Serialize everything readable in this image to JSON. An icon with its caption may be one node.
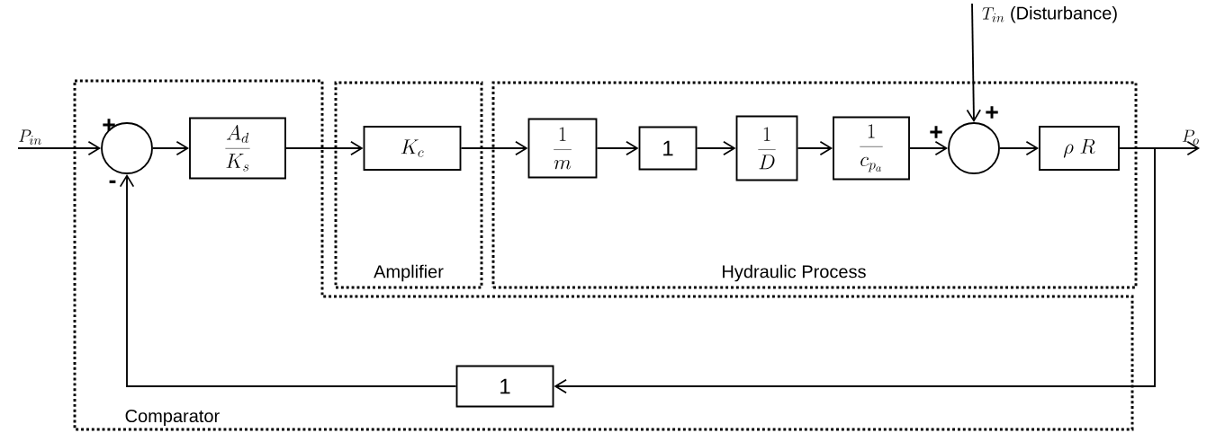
{
  "diagram": {
    "nodes": [
      {
        "text": [
          "Comparator"
        ]
      },
      {
        "text": [
          "Amplifier"
        ]
      },
      {
        "text": [
          "Hydraulic Process"
        ]
      },
      {
        "text": [],
        "shape": "circle",
        "in": 0
      },
      {
        "text": [
          "\\frac{A_d}{K_s}"
        ],
        "in": 0
      },
      {
        "text": [
          "K_c"
        ],
        "in": 1
      },
      {
        "text": [
          "\\frac{1}{m}"
        ],
        "in": 2
      },
      {
        "text": [
          "1"
        ],
        "in": 2
      },
      {
        "text": [
          "\\frac{1}{D}"
        ],
        "in": 2
      },
      {
        "text": [
          "\\frac{1}{c_{p_a}}"
        ],
        "in": 2
      },
      {
        "text": [],
        "shape": "circle",
        "in": 2
      },
      {
        "text": [
          "\\rho\\ R"
        ],
        "in": 2
      },
      {
        "text": [
          "1"
        ],
        "in": 0
      },
      {
        "text": [
          "P_{in}"
        ]
      },
      {
        "text": [
          "P_o"
        ]
      },
      {
        "text": [
          "T_{in}",
          "(Disturbance)"
        ]
      }
    ],
    "edges": [
      {
        "from": 13,
        "to": 3,
        "arrow": "to"
      },
      {
        "from": 3,
        "to": 4,
        "arrow": "to"
      },
      {
        "from": 4,
        "to": 5,
        "arrow": "to"
      },
      {
        "from": 5,
        "to": 6,
        "arrow": "to"
      },
      {
        "from": 6,
        "to": 7,
        "arrow": "to"
      },
      {
        "from": 7,
        "to": 8,
        "arrow": "to"
      },
      {
        "from": 8,
        "to": 9,
        "arrow": "to"
      },
      {
        "from": 9,
        "to": 10,
        "arrow": "to"
      },
      {
        "from": 15,
        "to": 10,
        "arrow": "to"
      },
      {
        "from": 10,
        "to": 11,
        "arrow": "to"
      },
      {
        "from": 11,
        "to": 14,
        "arrow": "to"
      },
      {
        "from": 11,
        "to": 12,
        "arrow": "to"
      },
      {
        "from": 12,
        "to": 3,
        "arrow": "to"
      }
    ],
    "labels": [
      "+",
      "-",
      "+",
      "+"
    ]
  }
}
